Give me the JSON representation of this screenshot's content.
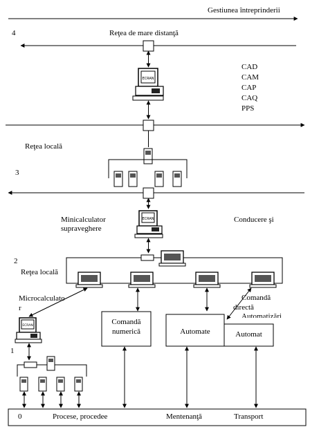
{
  "header": {
    "title": "Gestiunea întreprinderii"
  },
  "levels": {
    "l4": "4",
    "l3": "3",
    "l2": "2",
    "l1": "1",
    "l0": "0"
  },
  "networks": {
    "wan": "Reţea de mare distanţă",
    "lan_top": "Reţea locală",
    "lan_mid": "Reţea locală"
  },
  "apps": [
    "CAD",
    "CAM",
    "CAP",
    "CAQ",
    "PPS"
  ],
  "supervision": {
    "line1": "Minicalculator",
    "line2": "supraveghere"
  },
  "management": "Conducere şi",
  "micro": {
    "line1": "Microcalculato",
    "line2": "r"
  },
  "direct": {
    "line1": "Comandă",
    "line2": "directă",
    "line3": "Automatizări"
  },
  "boxes": {
    "numeric": {
      "line1": "Comandă",
      "line2": "numerică"
    },
    "automate": "Automate",
    "automat": "Automat"
  },
  "bottom": {
    "processes": "Procese, procedee",
    "maintenance": "Mentenanţă",
    "transport": "Transport"
  },
  "screen_text": "ECRAN"
}
